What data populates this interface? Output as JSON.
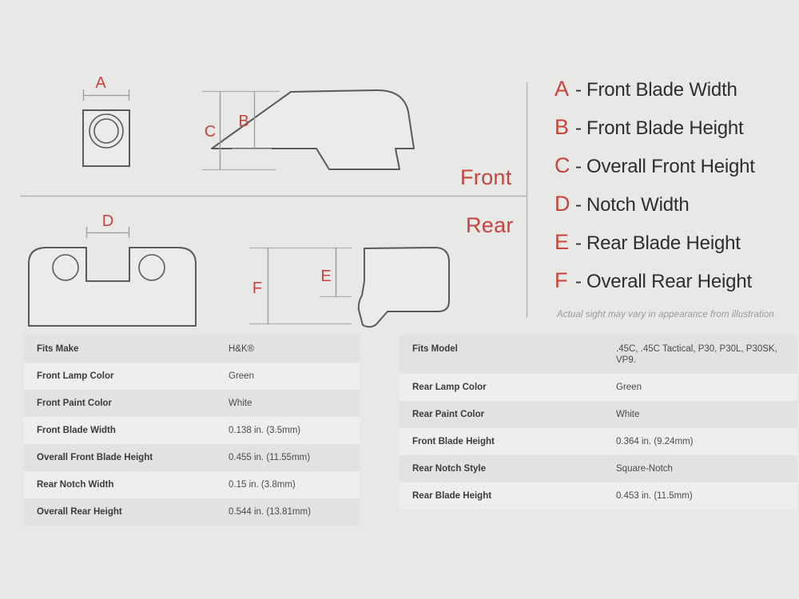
{
  "legend": {
    "items": [
      {
        "letter": "A",
        "dash": "-",
        "text": "Front Blade Width"
      },
      {
        "letter": "B",
        "dash": "-",
        "text": "Front Blade Height"
      },
      {
        "letter": "C",
        "dash": "-",
        "text": "Overall Front Height"
      },
      {
        "letter": "D",
        "dash": "-",
        "text": "Notch Width"
      },
      {
        "letter": "E",
        "dash": "-",
        "text": "Rear Blade Height"
      },
      {
        "letter": "F",
        "dash": "-",
        "text": "Overall Rear Height"
      }
    ],
    "disclaimer": "Actual sight may vary in appearance from illustration"
  },
  "views": {
    "front_label": "Front",
    "rear_label": "Rear"
  },
  "diagram": {
    "dimension_labels": [
      "A",
      "B",
      "C",
      "D",
      "E",
      "F"
    ],
    "front_width_label": "A",
    "front_blade_height_label": "B",
    "overall_front_height_label": "C",
    "notch_width_label": "D",
    "rear_blade_height_label": "E",
    "overall_rear_height_label": "F"
  },
  "colors": {
    "accent_red": "#c8443d",
    "background": "#e8e8e6",
    "outline": "#5a5a5a",
    "dimension_line": "#9b9b99",
    "row_odd": "#e2e2e0",
    "row_even": "#eeeeec",
    "text_dark": "#2e2e2e",
    "text_muted": "#9a9a98"
  },
  "tables": {
    "left": [
      {
        "key": "Fits Make",
        "value": "H&K®"
      },
      {
        "key": "Front Lamp Color",
        "value": "Green"
      },
      {
        "key": "Front Paint Color",
        "value": "White"
      },
      {
        "key": "Front Blade Width",
        "value": "0.138 in. (3.5mm)"
      },
      {
        "key": "Overall Front Blade Height",
        "value": "0.455 in. (11.55mm)"
      },
      {
        "key": "Rear Notch Width",
        "value": "0.15 in. (3.8mm)"
      },
      {
        "key": "Overall Rear Height",
        "value": "0.544 in. (13.81mm)"
      }
    ],
    "right": [
      {
        "key": "Fits Model",
        "value": ".45C, .45C Tactical, P30, P30L, P30SK, VP9."
      },
      {
        "key": "Rear Lamp Color",
        "value": "Green"
      },
      {
        "key": "Rear Paint Color",
        "value": "White"
      },
      {
        "key": "Front Blade Height",
        "value": "0.364 in. (9.24mm)"
      },
      {
        "key": "Rear Notch Style",
        "value": "Square-Notch"
      },
      {
        "key": "Rear Blade Height",
        "value": "0.453 in. (11.5mm)"
      }
    ]
  }
}
